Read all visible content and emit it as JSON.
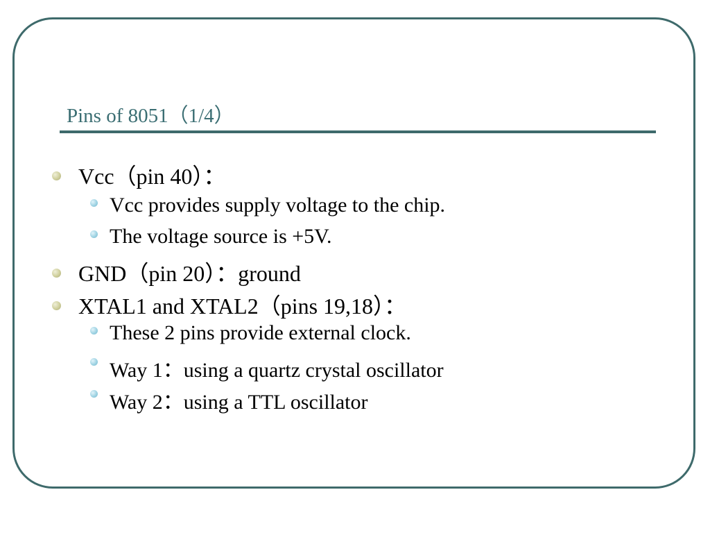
{
  "slide": {
    "title": "Pins of 8051（1/4）",
    "items": [
      {
        "level": 1,
        "text": "Vcc（pin 40）："
      },
      {
        "level": 2,
        "text": "Vcc provides supply voltage to the chip."
      },
      {
        "level": 2,
        "text": "The voltage source is +5V."
      },
      {
        "level": 1,
        "text": "GND（pin 20）：ground"
      },
      {
        "level": 1,
        "text": "XTAL1 and XTAL2（pins 19,18）："
      },
      {
        "level": 2,
        "text": "These 2 pins provide external clock."
      },
      {
        "level": 2,
        "text": "Way 1：using a quartz crystal oscillator"
      },
      {
        "level": 2,
        "text": "Way 2：using a TTL oscillator"
      }
    ]
  },
  "colors": {
    "frame": "#3e6a6b",
    "title": "#3b6e73",
    "bullet_level1": "#cfcf9c",
    "bullet_level2": "#9fd3e3"
  }
}
